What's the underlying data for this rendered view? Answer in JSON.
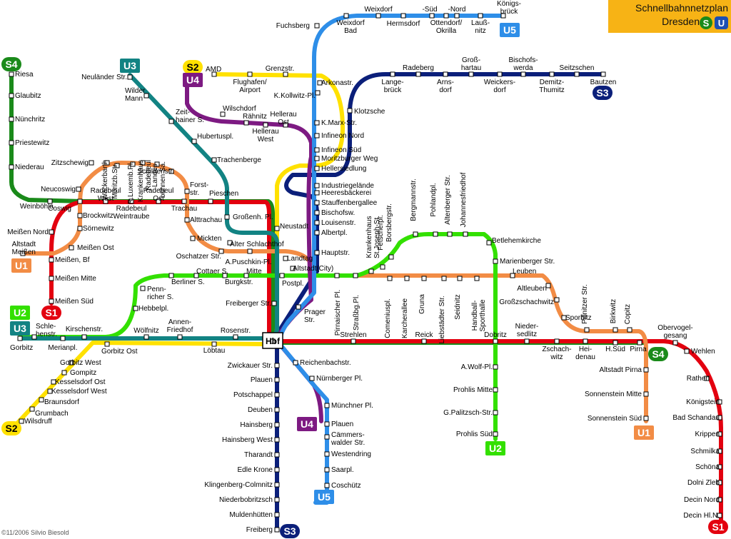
{
  "title": {
    "line1": "Schnellbahnnetzplan",
    "line2": "Dresden",
    "s_badge": "S",
    "u_badge": "U"
  },
  "credit": "©11/2006 Silvio Biesold",
  "colors": {
    "S1": "#e3000f",
    "S2": "#ffe100",
    "S3": "#0b1f7a",
    "S4": "#1a8a1a",
    "U1": "#f28c45",
    "U2": "#33e000",
    "U3": "#128383",
    "U4": "#7d1a82",
    "U5": "#2e8ee8"
  },
  "line_badges": [
    {
      "id": "U5-top",
      "label": "U5",
      "line": "U5"
    },
    {
      "id": "S4-top",
      "label": "S4",
      "line": "S4"
    },
    {
      "id": "U3-top",
      "label": "U3",
      "line": "U3"
    },
    {
      "id": "S2-top",
      "label": "S2",
      "line": "S2"
    },
    {
      "id": "U4-top",
      "label": "U4",
      "line": "U4"
    },
    {
      "id": "S3-top",
      "label": "S3",
      "line": "S3"
    },
    {
      "id": "U1-left",
      "label": "U1",
      "line": "U1"
    },
    {
      "id": "U2-left",
      "label": "U2",
      "line": "U2"
    },
    {
      "id": "S1-left",
      "label": "S1",
      "line": "S1"
    },
    {
      "id": "U3-left",
      "label": "U3",
      "line": "U3"
    },
    {
      "id": "S2-bottom",
      "label": "S2",
      "line": "S2"
    },
    {
      "id": "S4-right",
      "label": "S4",
      "line": "S4"
    },
    {
      "id": "U1-right",
      "label": "U1",
      "line": "U1"
    },
    {
      "id": "U2-bottom",
      "label": "U2",
      "line": "U2"
    },
    {
      "id": "U4-bottom",
      "label": "U4",
      "line": "U4"
    },
    {
      "id": "U5-bottom",
      "label": "U5",
      "line": "U5"
    },
    {
      "id": "S3-bottom",
      "label": "S3",
      "line": "S3"
    },
    {
      "id": "S1-right",
      "label": "S1",
      "line": "S1"
    }
  ],
  "stations": [
    {
      "id": "fuchsberg",
      "label": "Fuchsberg"
    },
    {
      "id": "weixdorf",
      "label": "Weixdorf"
    },
    {
      "id": "weixdorf-bad",
      "label": "Weixdorf\nBad"
    },
    {
      "id": "hermsdorf",
      "label": "Hermsdorf"
    },
    {
      "id": "ottendorf-sued",
      "label": "-Süd"
    },
    {
      "id": "ottendorf",
      "label": "Ottendorf/\nOkrilla"
    },
    {
      "id": "ottendorf-nord",
      "label": "-Nord"
    },
    {
      "id": "laussnitz",
      "label": "Lauß-\nnitz"
    },
    {
      "id": "koenigsbrueck",
      "label": "Königs-\nbrück"
    },
    {
      "id": "riesa",
      "label": "Riesa"
    },
    {
      "id": "glaubitz",
      "label": "Glaubitz"
    },
    {
      "id": "nuenchritz",
      "label": "Nünchritz"
    },
    {
      "id": "priestewitz",
      "label": "Priestewitz"
    },
    {
      "id": "niederau",
      "label": "Niederau"
    },
    {
      "id": "weinboehla",
      "label": "Weinböhla"
    },
    {
      "id": "neulaender",
      "label": "Neuländer Str."
    },
    {
      "id": "wilder-mann",
      "label": "Wilder\nMann"
    },
    {
      "id": "zeithainer",
      "label": "Zeit-\nhainer S."
    },
    {
      "id": "hubertuspl",
      "label": "Hubertuspl."
    },
    {
      "id": "trachenberge",
      "label": "Trachenberge"
    },
    {
      "id": "amd",
      "label": "AMD"
    },
    {
      "id": "flughafen",
      "label": "Flughafen/\nAirport"
    },
    {
      "id": "grenzstr",
      "label": "Grenzstr."
    },
    {
      "id": "arkonastr",
      "label": "Arkonastr."
    },
    {
      "id": "kkollwitz",
      "label": "K.Kollwitz-Pl."
    },
    {
      "id": "wilschdorf",
      "label": "Wilschdorf"
    },
    {
      "id": "raehnitz",
      "label": "Rähnitz"
    },
    {
      "id": "hellerau-ost",
      "label": "Hellerau\nOst"
    },
    {
      "id": "hellerau-west",
      "label": "Hellerau\nWest"
    },
    {
      "id": "klotzsche",
      "label": "Klotzsche"
    },
    {
      "id": "kmarx",
      "label": "K.Marx-Str."
    },
    {
      "id": "infineon-nord",
      "label": "Infineon Nord"
    },
    {
      "id": "infineon-sued",
      "label": "Infineon Süd"
    },
    {
      "id": "moritzburger",
      "label": "Moritzburger Weg"
    },
    {
      "id": "hellersiedlung",
      "label": "Hellersiedlung"
    },
    {
      "id": "industriegelaende",
      "label": "Industriegelände"
    },
    {
      "id": "heeresbaeckerei",
      "label": "Heeresbäckerei"
    },
    {
      "id": "stauffenberg",
      "label": "Stauffenbergallee"
    },
    {
      "id": "bischofsw",
      "label": "Bischofsw."
    },
    {
      "id": "louisenstr",
      "label": "Louisenstr."
    },
    {
      "id": "albertpl",
      "label": "Albertpl."
    },
    {
      "id": "hauptstr",
      "label": "Hauptstr."
    },
    {
      "id": "radeberg",
      "label": "Radeberg"
    },
    {
      "id": "langebrueck",
      "label": "Lange-\nbrück"
    },
    {
      "id": "arnsdorf",
      "label": "Arns-\ndorf"
    },
    {
      "id": "grosshartau",
      "label": "Groß-\nhartau"
    },
    {
      "id": "weickersdorf",
      "label": "Weickers-\ndorf"
    },
    {
      "id": "bischofswerda",
      "label": "Bischofs-\nwerda"
    },
    {
      "id": "demitz",
      "label": "Demitz-\nThumitz"
    },
    {
      "id": "seitzschen",
      "label": "Seitzschen"
    },
    {
      "id": "bautzen",
      "label": "Bautzen"
    },
    {
      "id": "wackerbarth",
      "label": "Wackerbarth"
    },
    {
      "id": "moritzbstr",
      "label": "Moritzb.Str."
    },
    {
      "id": "rluxemb",
      "label": "R.Luxemb.Pl."
    },
    {
      "id": "krankenhaus-radebeul",
      "label": "Krankenhaus\nRadebeul"
    },
    {
      "id": "landesbuehnen",
      "label": "Landes-\nbühnen Sa."
    },
    {
      "id": "zitzschewig",
      "label": "Zitzschewig"
    },
    {
      "id": "schildenstr",
      "label": "Schildenstr."
    },
    {
      "id": "neucoswig",
      "label": "Neucoswig"
    },
    {
      "id": "coswig",
      "label": "Coswig"
    },
    {
      "id": "radebeul-west",
      "label": "Radebeul\nWest"
    },
    {
      "id": "radebeul-weintraube",
      "label": "Radebeul\nWeintraube"
    },
    {
      "id": "radebeul-ost",
      "label": "Radebeul\nOst"
    },
    {
      "id": "forststr",
      "label": "Forst-\nstr."
    },
    {
      "id": "pieschen",
      "label": "Pieschen"
    },
    {
      "id": "trachau",
      "label": "Trachau"
    },
    {
      "id": "alttrachau",
      "label": "Alttrachau"
    },
    {
      "id": "brockwitz",
      "label": "Brockwitz"
    },
    {
      "id": "soernewitz",
      "label": "Sörnewitz"
    },
    {
      "id": "grossenhain",
      "label": "Großenh. Pl."
    },
    {
      "id": "neustadt",
      "label": "Neustadt"
    },
    {
      "id": "meissen-nord",
      "label": "Meißen Nord"
    },
    {
      "id": "altstadt-meissen",
      "label": "Altstadt\nMeißen"
    },
    {
      "id": "meissen-ost",
      "label": "Meißen Ost"
    },
    {
      "id": "meissen-bf",
      "label": "Meißen, Bf"
    },
    {
      "id": "meissen-mitte",
      "label": "Meißen Mitte"
    },
    {
      "id": "meissen-sued",
      "label": "Meißen Süd"
    },
    {
      "id": "mickten",
      "label": "Mickten"
    },
    {
      "id": "alter-schlachthof",
      "label": "Alter Schlachthof"
    },
    {
      "id": "oschatzer",
      "label": "Oschatzer Str."
    },
    {
      "id": "apuschkin",
      "label": "A.Puschkin-Pl."
    },
    {
      "id": "landtag",
      "label": "Landtag"
    },
    {
      "id": "altstadt-city",
      "label": "Altstadt(City)"
    },
    {
      "id": "cottaer",
      "label": "Cottaer S."
    },
    {
      "id": "mitte",
      "label": "Mitte"
    },
    {
      "id": "berliner",
      "label": "Berliner S."
    },
    {
      "id": "burgkstr",
      "label": "Burgkstr."
    },
    {
      "id": "postpl",
      "label": "Postpl."
    },
    {
      "id": "pennricher",
      "label": "Penn-\nricher S."
    },
    {
      "id": "hebbelpl",
      "label": "Hebbelpl."
    },
    {
      "id": "freiberger",
      "label": "Freiberger Str."
    },
    {
      "id": "prager",
      "label": "Prager\nStr."
    },
    {
      "id": "pirnaischer",
      "label": "Pirnaischer Pl."
    },
    {
      "id": "strassburg",
      "label": "Straßbg.Pl."
    },
    {
      "id": "krankenhaus-st-joseph",
      "label": "Krankenhaus\nSt.Joseph-St."
    },
    {
      "id": "fetscherpl",
      "label": "Fetscherpl."
    },
    {
      "id": "borsbergstr",
      "label": "Borsbergstr."
    },
    {
      "id": "bergmannstr",
      "label": "Bergmannstr."
    },
    {
      "id": "pohlandpl",
      "label": "Pohlandpl."
    },
    {
      "id": "altenberger",
      "label": "Altenberger Str."
    },
    {
      "id": "johannesfriedhof",
      "label": "Johannesfriedhof"
    },
    {
      "id": "betlehemkirche",
      "label": "Betlehemkirche"
    },
    {
      "id": "marienberger",
      "label": "Marienberger Str."
    },
    {
      "id": "leuben",
      "label": "Leuben"
    },
    {
      "id": "altleuben",
      "label": "Altleuben"
    },
    {
      "id": "grosszschachwitz",
      "label": "Großzschachwitz"
    },
    {
      "id": "comeniuspl",
      "label": "Comeniuspl."
    },
    {
      "id": "karcherallee",
      "label": "Karcherallee"
    },
    {
      "id": "gruna",
      "label": "Gruna"
    },
    {
      "id": "liebstaedter",
      "label": "Liebstädter Str."
    },
    {
      "id": "seidnitz",
      "label": "Seidnitz"
    },
    {
      "id": "handballsporthalle",
      "label": "Handball-\nSporthalle"
    },
    {
      "id": "sporbitz",
      "label": "Sporbitz"
    },
    {
      "id": "pillnitzer",
      "label": "Pillnitzer Str."
    },
    {
      "id": "birkwitz",
      "label": "Birkwitz"
    },
    {
      "id": "copitz",
      "label": "Copitz"
    },
    {
      "id": "gorbitz",
      "label": "Gorbitz"
    },
    {
      "id": "schlehenstr",
      "label": "Schle-\nhenstr."
    },
    {
      "id": "merianpl",
      "label": "Merianpl."
    },
    {
      "id": "kirschenstr",
      "label": "Kirschenstr."
    },
    {
      "id": "woelfnitz",
      "label": "Wölfnitz"
    },
    {
      "id": "annenfriedhof",
      "label": "Annen-\nFriedhof"
    },
    {
      "id": "rosenstr",
      "label": "Rosenstr."
    },
    {
      "id": "hbf",
      "label": "Hbf"
    },
    {
      "id": "loebtau",
      "label": "Löbtau"
    },
    {
      "id": "gorbitz-ost",
      "label": "Gorbitz Ost"
    },
    {
      "id": "gorbitz-west",
      "label": "Gorbitz West"
    },
    {
      "id": "gompitz",
      "label": "Gompitz"
    },
    {
      "id": "kesselsdorf-ost",
      "label": "Kesselsdorf Ost"
    },
    {
      "id": "kesselsdorf-west",
      "label": "Kesselsdorf West"
    },
    {
      "id": "braunsdorf",
      "label": "Braunsdorf"
    },
    {
      "id": "grumbach",
      "label": "Grumbach"
    },
    {
      "id": "wilsdruff",
      "label": "Wilsdruff"
    },
    {
      "id": "strehlen",
      "label": "Strehlen"
    },
    {
      "id": "reick",
      "label": "Reick"
    },
    {
      "id": "dobritz",
      "label": "Dobritz"
    },
    {
      "id": "niedersedlitz",
      "label": "Nieder-\nsedlitz"
    },
    {
      "id": "zschachwitz",
      "label": "Zschach-\nwitz"
    },
    {
      "id": "heidenau",
      "label": "Hei-\ndenau"
    },
    {
      "id": "h-sued",
      "label": "H.Süd"
    },
    {
      "id": "pirna",
      "label": "Pirna"
    },
    {
      "id": "obervogelgesang",
      "label": "Obervogel-\ngesang"
    },
    {
      "id": "wehlen",
      "label": "Wehlen"
    },
    {
      "id": "rathen",
      "label": "Rathen"
    },
    {
      "id": "koenigstein",
      "label": "Königstein"
    },
    {
      "id": "bad-schandau",
      "label": "Bad Schandau"
    },
    {
      "id": "krippen",
      "label": "Krippen"
    },
    {
      "id": "schmilka",
      "label": "Schmilka"
    },
    {
      "id": "schoena",
      "label": "Schöna"
    },
    {
      "id": "dolni-zleb",
      "label": "Dolni Zleb"
    },
    {
      "id": "decin-nord",
      "label": "Decin Nord"
    },
    {
      "id": "decin-hln",
      "label": "Decin Hl.N."
    },
    {
      "id": "zwickauer",
      "label": "Zwickauer Str."
    },
    {
      "id": "plauen-s3",
      "label": "Plauen"
    },
    {
      "id": "potschappel",
      "label": "Potschappel"
    },
    {
      "id": "deuben",
      "label": "Deuben"
    },
    {
      "id": "hainsberg",
      "label": "Hainsberg"
    },
    {
      "id": "hainsberg-west",
      "label": "Hainsberg West"
    },
    {
      "id": "tharandt",
      "label": "Tharandt"
    },
    {
      "id": "edle-krone",
      "label": "Edle Krone"
    },
    {
      "id": "klingenberg",
      "label": "Klingenberg-Colmnitz"
    },
    {
      "id": "niederbobritzsch",
      "label": "Niederbobritzsch"
    },
    {
      "id": "muldenhuetten",
      "label": "Muldenhütten"
    },
    {
      "id": "freiberg",
      "label": "Freiberg"
    },
    {
      "id": "reichenbachstr",
      "label": "Reichenbachstr."
    },
    {
      "id": "nuernberger",
      "label": "Nürnberger Pl."
    },
    {
      "id": "muenchner",
      "label": "Münchner Pl."
    },
    {
      "id": "plauen-u",
      "label": "Plauen"
    },
    {
      "id": "caemmerswalder",
      "label": "Cämmers-\nwalder Str."
    },
    {
      "id": "westendring",
      "label": "Westendring"
    },
    {
      "id": "saarpl",
      "label": "Saarpl."
    },
    {
      "id": "coschuetz",
      "label": "Coschütz"
    },
    {
      "id": "awolf",
      "label": "A.Wolf-Pl."
    },
    {
      "id": "prohlis-mitte",
      "label": "Prohlis Mitte"
    },
    {
      "id": "gpalitzsch",
      "label": "G.Palitzsch-Str."
    },
    {
      "id": "prohlis-sued",
      "label": "Prohlis Süd"
    },
    {
      "id": "altstadt-pirna",
      "label": "Altstadt Pirna"
    },
    {
      "id": "sonnenstein-mitte",
      "label": "Sonnenstein Mitte"
    },
    {
      "id": "sonnenstein-sued",
      "label": "Sonnenstein Süd"
    }
  ]
}
